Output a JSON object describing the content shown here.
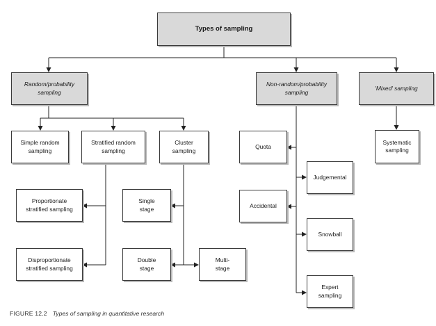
{
  "diagram": {
    "root": "Types of sampling",
    "categories": {
      "random": "Random/probability\nsampling",
      "nonrandom": "Non-random/probability\nsampling",
      "mixed": "'Mixed' sampling"
    },
    "random_types": {
      "simple": "Simple random\nsampling",
      "stratified": "Stratified random\nsampling",
      "cluster": "Cluster\nsampling"
    },
    "stratified_types": {
      "proportionate": "Proportionate\nstratified sampling",
      "disproportionate": "Disproportionate\nstratified sampling"
    },
    "cluster_types": {
      "single": "Single\nstage",
      "double": "Double\nstage",
      "multi": "Multi-\nstage"
    },
    "nonrandom_types": {
      "quota": "Quota",
      "judgemental": "Judgemental",
      "accidental": "Accidental",
      "snowball": "Snowball",
      "expert": "Expert\nsampling"
    },
    "mixed_types": {
      "systematic": "Systematic\nsampling"
    }
  },
  "caption": {
    "number": "FIGURE 12.2",
    "text": "Types of sampling in quantitative research"
  }
}
